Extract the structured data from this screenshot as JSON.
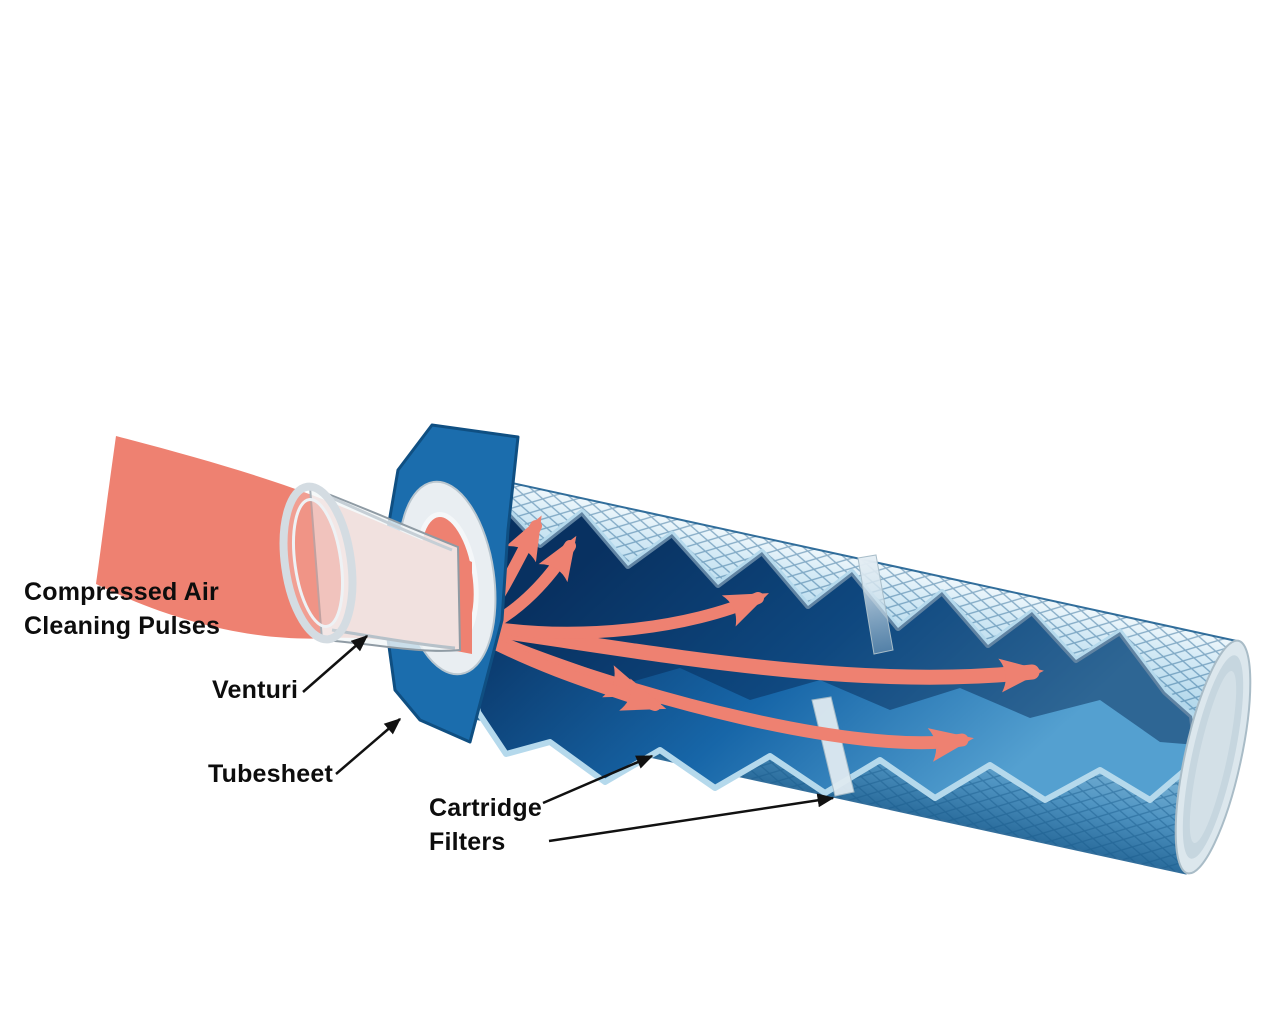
{
  "figure": {
    "type": "technical-illustration",
    "labels": {
      "compressed_air": "Compressed Air\nCleaning Pulses",
      "venturi": "Venturi",
      "tubesheet": "Tubesheet",
      "cartridge_filters": "Cartridge\nFilters"
    },
    "colors": {
      "pulse": "#ee8171",
      "tubesheet": "#1b6dad",
      "shell_light": "#d6ebf6",
      "shell_dark": "#2a6c9c",
      "interior_dark": "#0b3a6d",
      "interior_light": "#54a0d0",
      "label_text": "#0d0d0d",
      "background": "#ffffff"
    }
  }
}
